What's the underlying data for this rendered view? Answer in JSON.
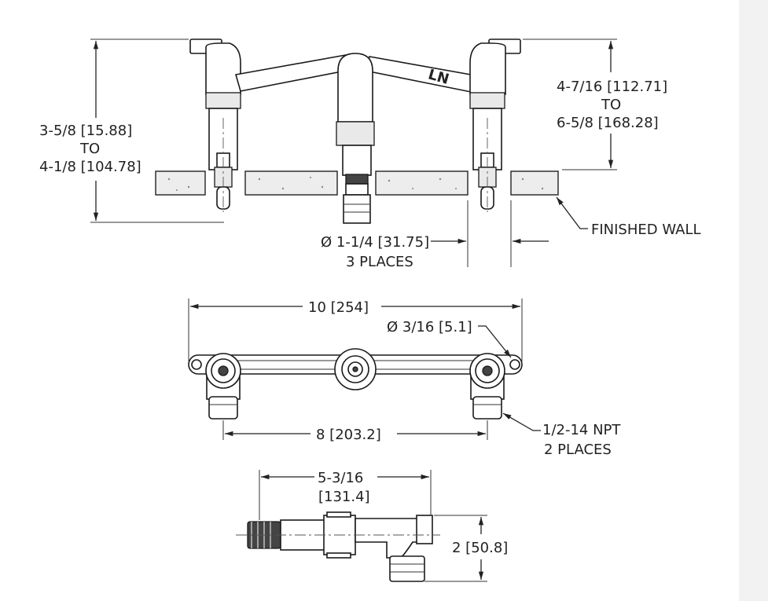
{
  "colors": {
    "ink": "#222222",
    "background": "#ffffff",
    "sidebar": "#f2f2f2"
  },
  "faucet_logo": "LN",
  "top_view": {
    "left_height_line1": "3-5/8  [15.88]",
    "left_height_line2": "TO",
    "left_height_line3": "4-1/8  [104.78]",
    "right_height_line1": "4-7/16  [112.71]",
    "right_height_line2": "TO",
    "right_height_line3": "6-5/8  [168.28]",
    "hole_dia_line1": "Ø 1-1/4 [31.75]",
    "hole_dia_line2": "3 PLACES",
    "finished_wall": "FINISHED  WALL"
  },
  "middle_view": {
    "overall_width": "10  [254]",
    "mount_hole": "Ø 3/16  [5.1]",
    "center_spacing": "8  [203.2]",
    "npt_line1": "1/2-14  NPT",
    "npt_line2": "2  PLACES"
  },
  "bottom_view": {
    "depth_line1": "5-3/16",
    "depth_line2": "[131.4]",
    "height": "2  [50.8]"
  }
}
